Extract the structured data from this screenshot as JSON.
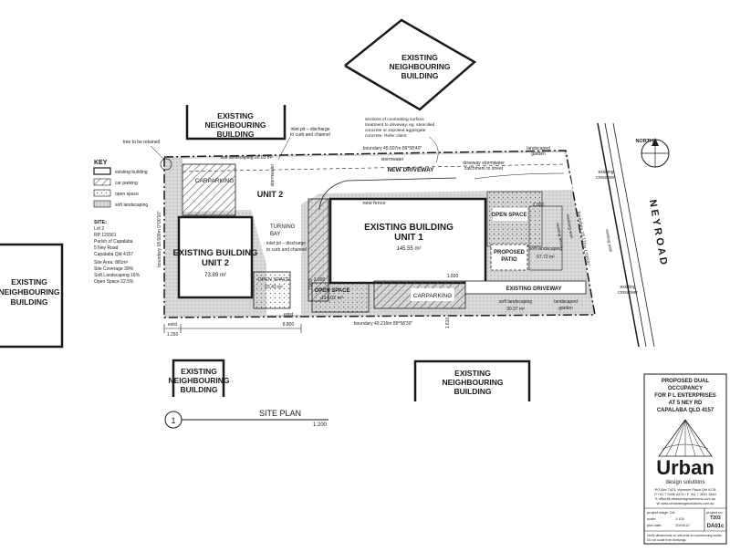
{
  "colors": {
    "ink": "#1a1a1a",
    "hatch": "#555555",
    "soft_landscaping": "#d9d9d9",
    "white": "#ffffff"
  },
  "neighbours": {
    "top_left": [
      "EXISTING",
      "NEIGHBOURING",
      "BUILDING"
    ],
    "top_right": [
      "EXISTING",
      "NEIGHBOURING",
      "BUILDING"
    ],
    "left": [
      "EXISTING",
      "NEIGHBOURING",
      "BUILDING"
    ],
    "bottom_left": [
      "EXISTING",
      "NEIGHBOURING",
      "BUILDING"
    ],
    "bottom_right": [
      "EXISTING",
      "NEIGHBOURING",
      "BUILDING"
    ]
  },
  "key": {
    "title": "KEY",
    "items": [
      "existing building",
      "car parking",
      "open space",
      "soft landscaping"
    ]
  },
  "site_info": [
    "SITE:",
    "Lot 2",
    "RP 115561",
    "Parish of Capalaba",
    "5 Ney Road",
    "Capalaba Qld 4157",
    "",
    "Site Area: 881m²",
    "Site Coverage 39%",
    "Soft Landscaping 16%",
    "Open Space 22.5%"
  ],
  "unit2": {
    "heading": "UNIT 2",
    "name": [
      "EXISTING BUILDING",
      "UNIT 2"
    ],
    "area": "73.89 m²",
    "carparking": "CARPARKING",
    "turning_bay": [
      "TURNING",
      "BAY"
    ],
    "open_space": "OPEN SPACE",
    "open_space_area": "23.43 m²"
  },
  "unit1": {
    "name": [
      "EXISTING BUILDING",
      "UNIT 1"
    ],
    "area": "145.55 m²",
    "open_space_left": "OPEN SPACE",
    "open_space_left_area": "114.02 m²",
    "carparking": "CARPARKING",
    "open_space_right": "OPEN SPACE",
    "proposed_patio": [
      "PROPOSED",
      "PATIO"
    ],
    "soft_landscaping_right": "soft landscaping",
    "soft_landscaping_right_area": "67.72 m²",
    "existing_driveway": "EXISTING DRIVEWAY",
    "soft_landscaping_bottom": "soft landscaping",
    "soft_landscaping_bottom_area": "30.37 m²",
    "new_fence": "new fence"
  },
  "driveway": {
    "new_driveway": "NEW DRIVEWAY",
    "stormwater": "stormwater",
    "driveway_stormwater": [
      "driveway stormwater",
      "catchment to street"
    ],
    "landscaped_garden": [
      "landscaped",
      "garden"
    ]
  },
  "annotations": {
    "tree_retained": "tree to be retained",
    "inlet_pit_top": [
      "inlet pit – discharge",
      "to curb and channel"
    ],
    "inlet_pit_mid": [
      "inlet pit – discharge",
      "to curb and channel"
    ],
    "sections": [
      "sections of contrasting surface",
      "treatment to driveway. eg. stencilled",
      "concrete or exposed aggregate",
      "concrete. Refer client."
    ],
    "boundary_top": "boundary 45.607m 89°58'40\"",
    "boundary_bottom": "boundary 49.216m 89°58'30\"",
    "boundary_left": "boundary 18.509m 0°00'10\"",
    "boundary_right": "boundary 18.111m 1°00'00\"",
    "soft_landscaping_top": "soft landscaping 26.03 m²",
    "existing_crossover_top": [
      "existing",
      "crossover"
    ],
    "existing_crossover_bottom": [
      "existing",
      "crossover"
    ],
    "existing_path": "existing path",
    "retaining_wall": "retaining wall",
    "existing_fence": "existing fence",
    "landscaped_garden_bottom": [
      "landscaped",
      "garden"
    ]
  },
  "dimensions": {
    "d1": "1.250",
    "d2": "8.800",
    "d3": "2.000",
    "d4": "2.000",
    "d5": "1.600",
    "d6": "1.610",
    "d7": "2.000",
    "exist_left": "exist",
    "exist_mid": "exist"
  },
  "north_label": "NORTH",
  "road_label": "N E Y   R O A D",
  "site_plan": {
    "number": "1",
    "title": "SITE PLAN",
    "scale": "1:200"
  },
  "title_block": {
    "project": [
      "PROPOSED DUAL",
      "OCCUPANCY",
      "FOR P L ENTERPRISES",
      "AT 5 NEY RD",
      "CAPALABA QLD 4157"
    ],
    "logo_text": "Urban",
    "logo_sub": "design solutions",
    "contact": [
      "PO Box 7423, Wynnum Plaza Qld 4178",
      "P +61 7 3396 4474 • F +61 7 3041 3344",
      "E office@urbandesignsolutions.com.au",
      "W www.urbandesignsolutions.com.au"
    ],
    "project_no_label": "project no:",
    "project_no": "T203",
    "project_stage_label": "project stage: DA",
    "scale_label": "scale:",
    "scale_value": "1:100",
    "date_label": "plot date:",
    "date_value": "20/04/12",
    "drawing_no": "DA01c",
    "footer": [
      "Verify dimensions on site prior to commencing works.",
      "Do not scale from drawings."
    ]
  }
}
